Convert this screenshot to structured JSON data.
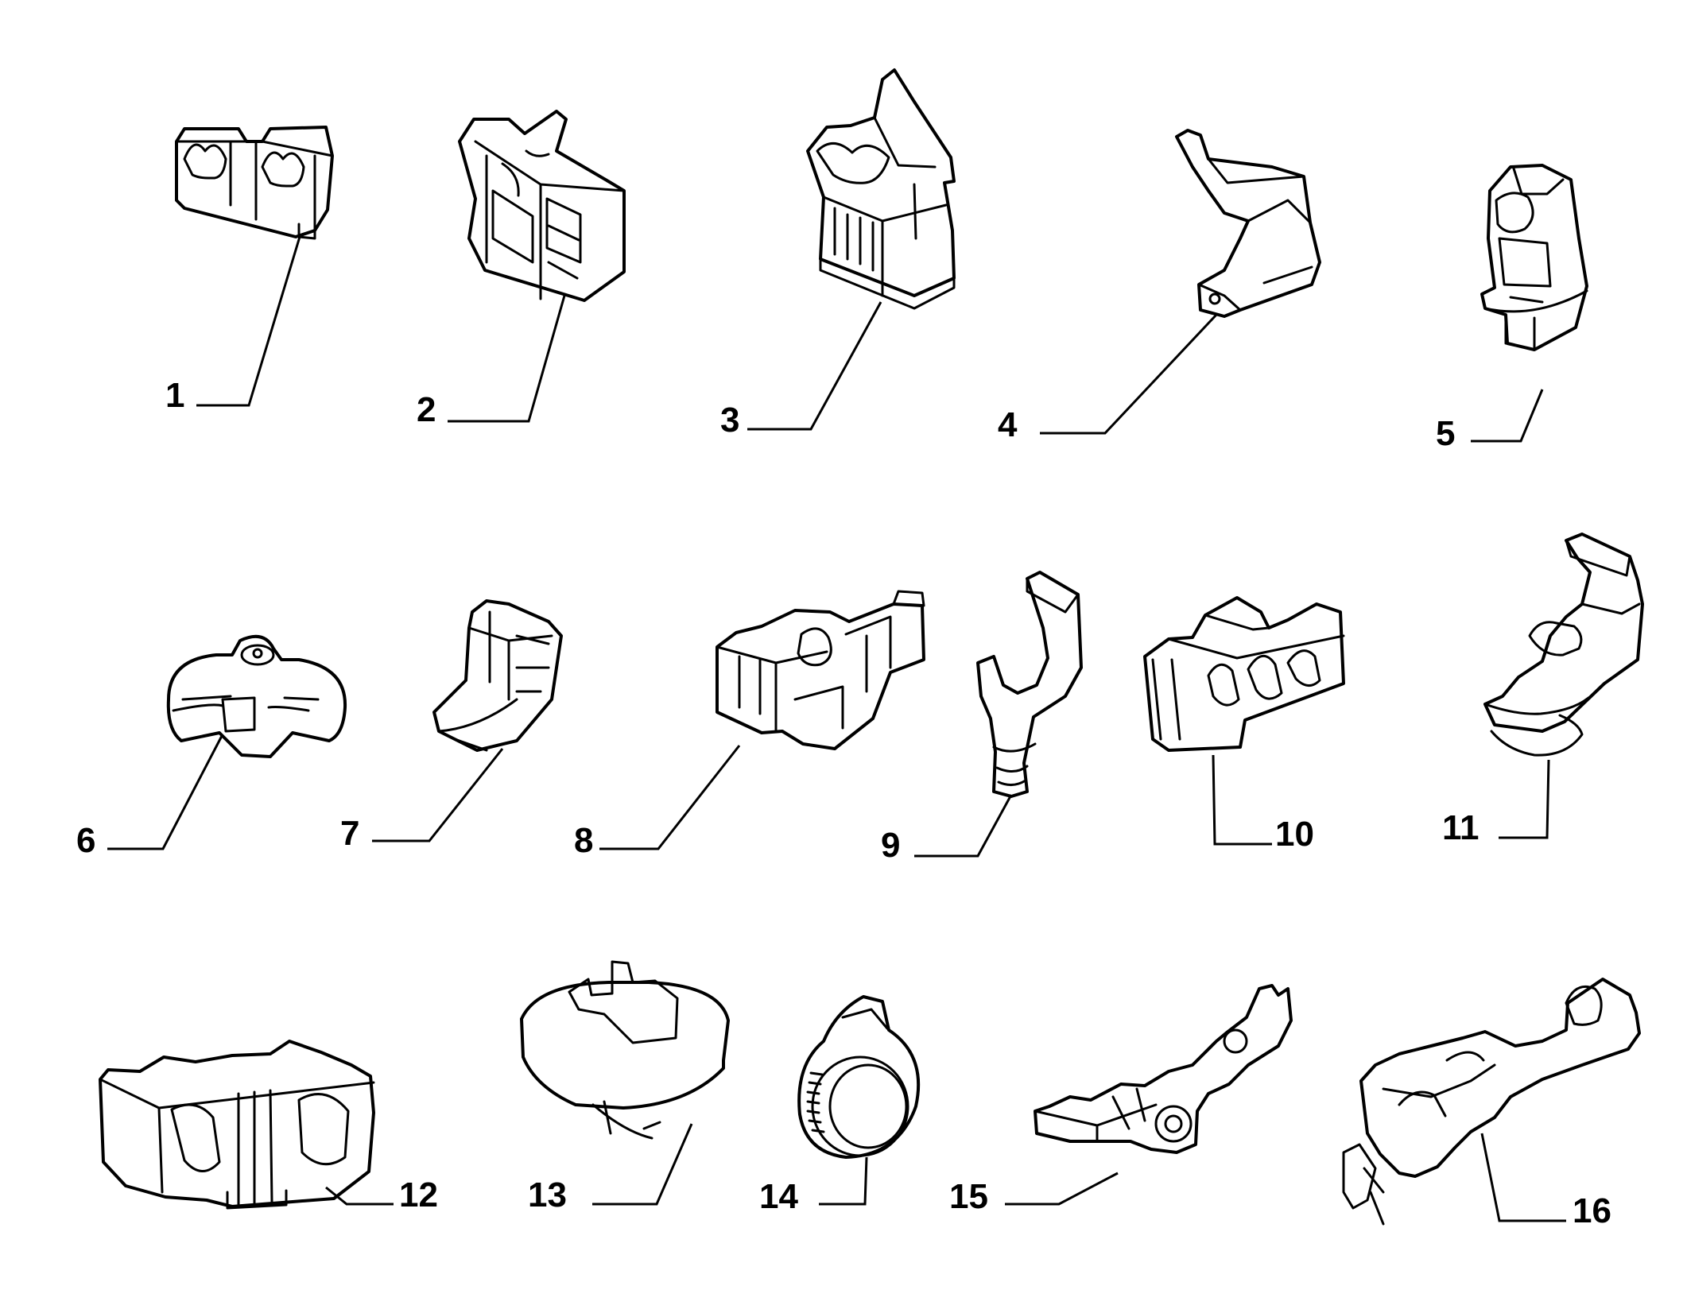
{
  "items": [
    {
      "number": "1",
      "icon": "double-pipe-clip-icon"
    },
    {
      "number": "2",
      "icon": "box-clip-icon"
    },
    {
      "number": "3",
      "icon": "hinged-clip-icon"
    },
    {
      "number": "4",
      "icon": "bracket-clip-icon"
    },
    {
      "number": "5",
      "icon": "push-in-clip-icon"
    },
    {
      "number": "6",
      "icon": "round-clip-icon"
    },
    {
      "number": "7",
      "icon": "small-clip-icon"
    },
    {
      "number": "8",
      "icon": "multi-clip-icon"
    },
    {
      "number": "9",
      "icon": "pipe-holder-icon"
    },
    {
      "number": "10",
      "icon": "triple-pipe-clip-icon"
    },
    {
      "number": "11",
      "icon": "push-clip-icon"
    },
    {
      "number": "12",
      "icon": "wide-clip-icon"
    },
    {
      "number": "13",
      "icon": "oval-base-clip-icon"
    },
    {
      "number": "14",
      "icon": "hose-clamp-icon"
    },
    {
      "number": "15",
      "icon": "chain-clip-icon"
    },
    {
      "number": "16",
      "icon": "long-bracket-clip-icon"
    }
  ]
}
